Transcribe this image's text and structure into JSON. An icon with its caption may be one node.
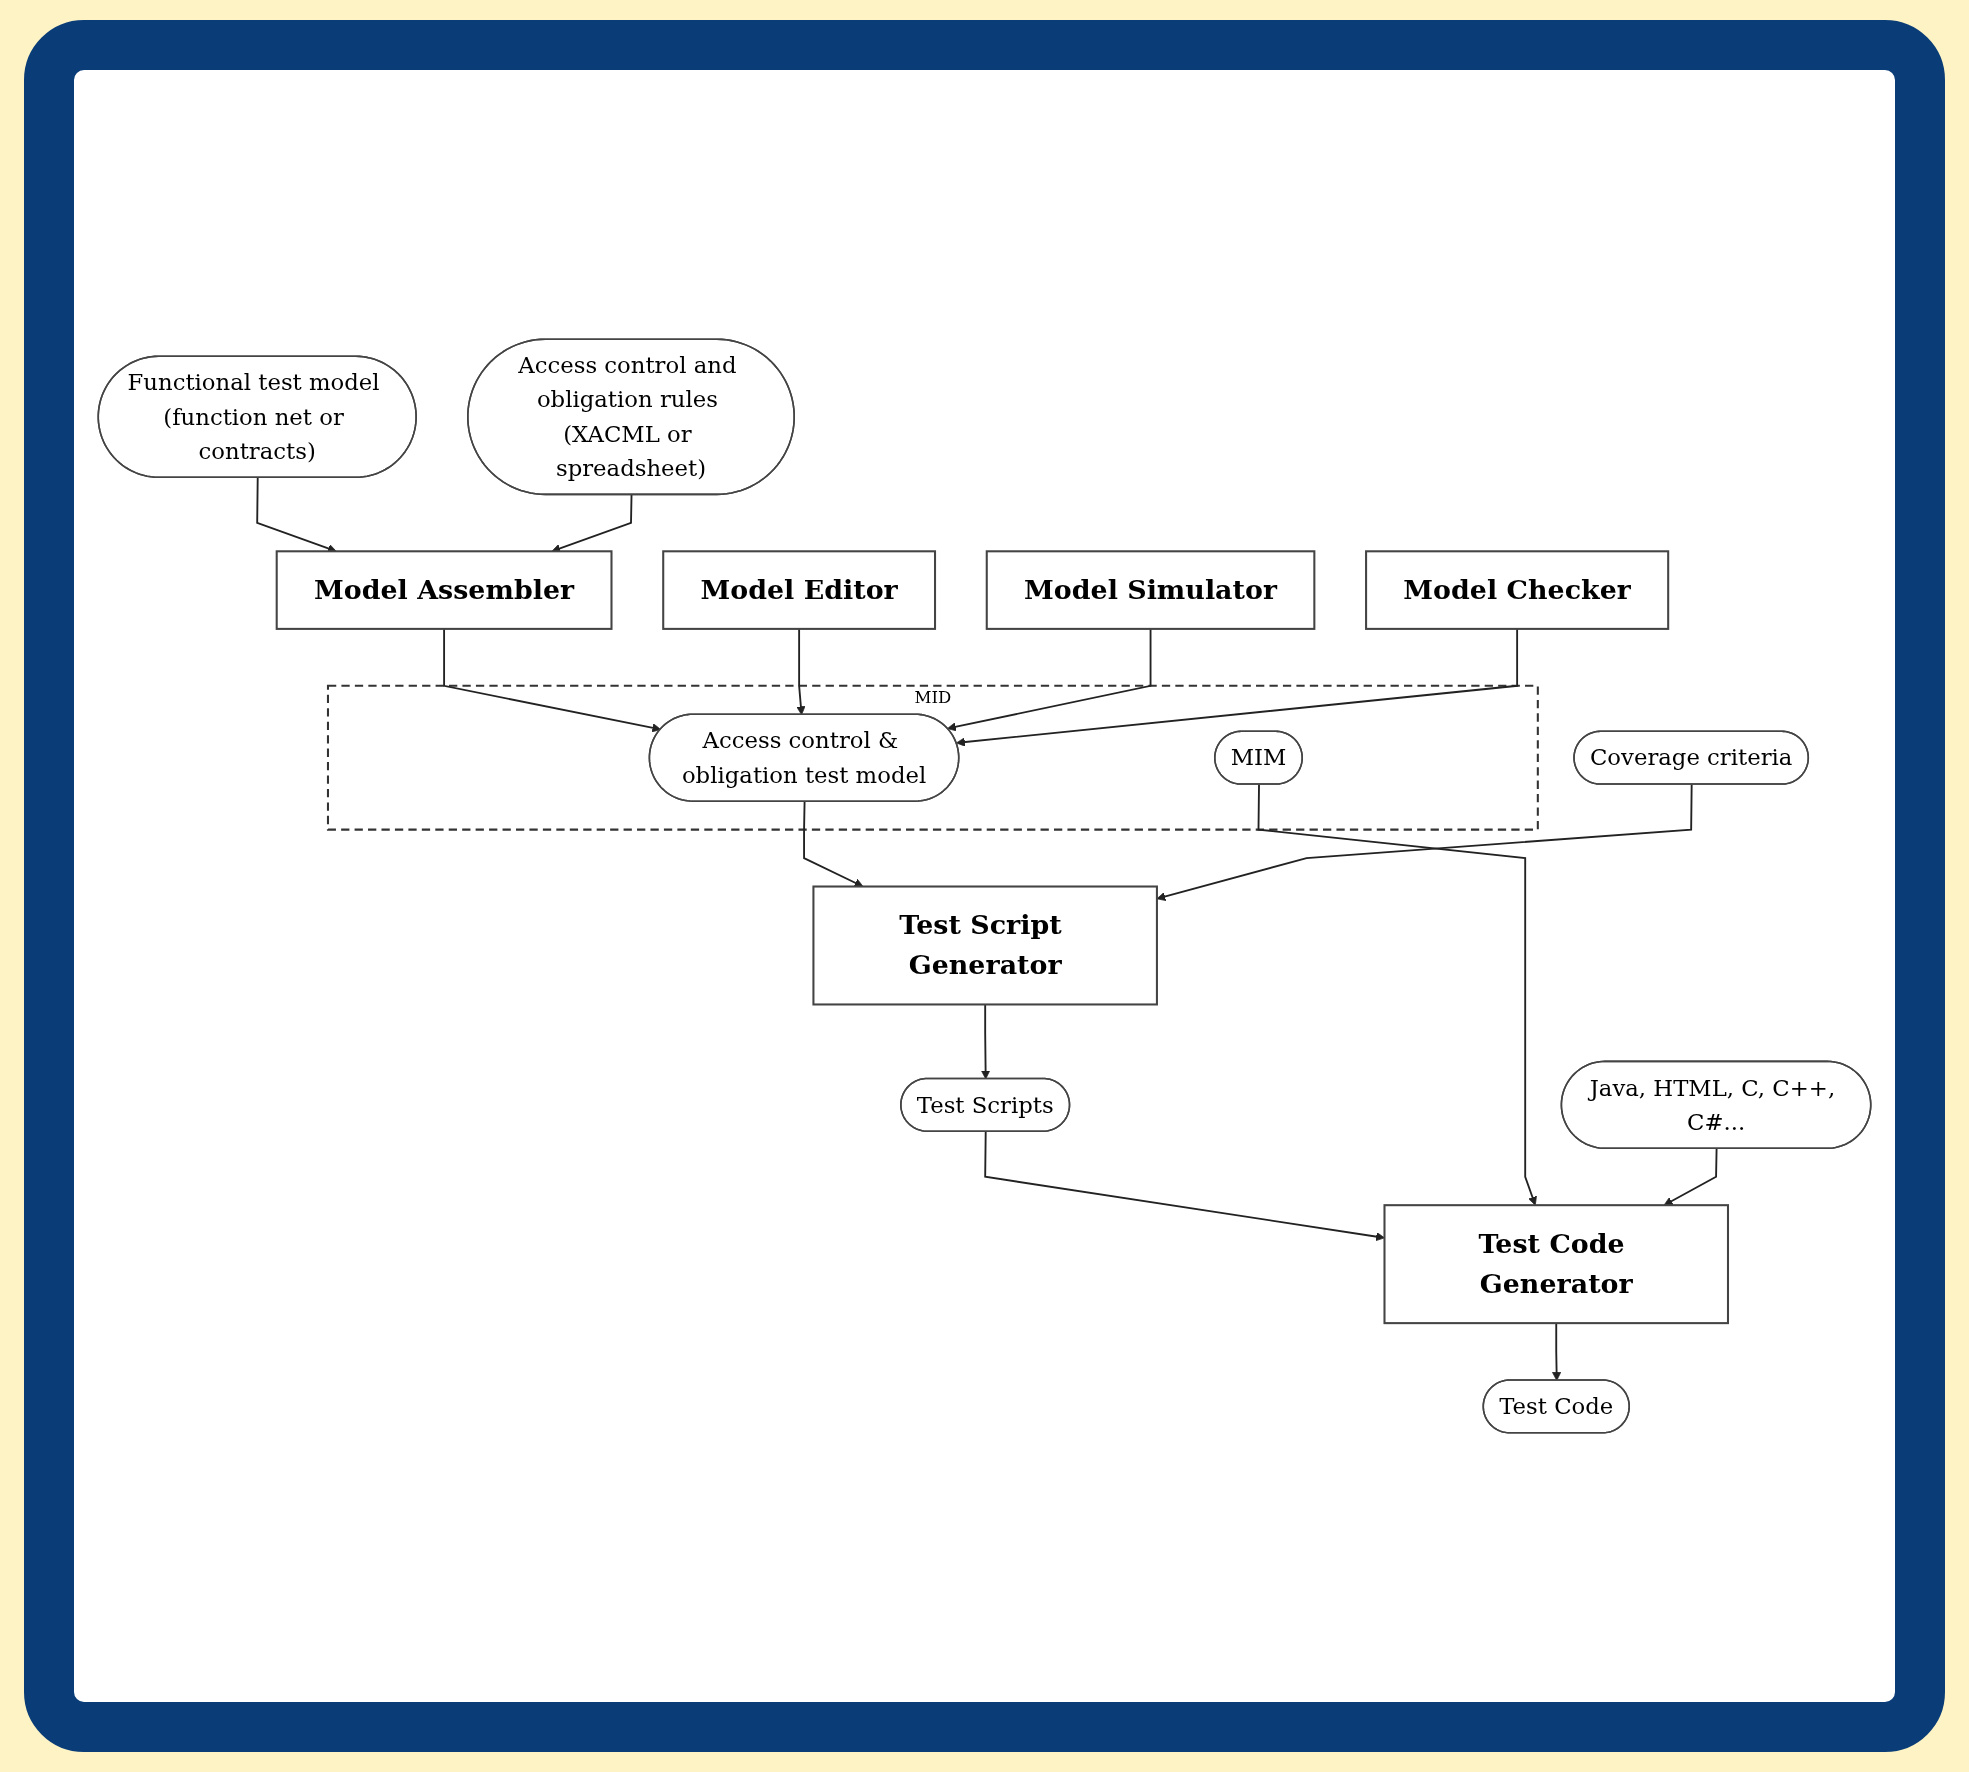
{
  "diagram": {
    "nodes": [
      {
        "text": [
          "Functional test model (function net or contracts)"
        ]
      },
      {
        "text": [
          "Access control and obligation rules (XACML or spreadsheet)"
        ]
      },
      {
        "text": [
          "Model Assembler"
        ]
      },
      {
        "text": [
          "MID"
        ]
      },
      {
        "text": [
          "Access control & obligation test model"
        ],
        "in": 3
      },
      {
        "text": [
          "MIM"
        ],
        "in": 3
      },
      {
        "text": [
          "Model Editor"
        ]
      },
      {
        "text": [
          "Model Simulator"
        ]
      },
      {
        "text": [
          "Model Checker"
        ]
      },
      {
        "text": [
          "Test Script Generator"
        ]
      },
      {
        "text": [
          "Coverage criteria"
        ]
      },
      {
        "text": [
          "Test Scripts"
        ]
      },
      {
        "text": [
          "Test Code Generator"
        ]
      },
      {
        "text": [
          "Java, HTML, C, C++, C#..."
        ]
      },
      {
        "text": [
          "Test Code"
        ]
      }
    ],
    "edges": [
      {
        "from": 0,
        "to": 2,
        "arrow": "to"
      },
      {
        "from": 1,
        "to": 2,
        "arrow": "to"
      },
      {
        "from": 2,
        "to": 4,
        "arrow": "to"
      },
      {
        "from": 6,
        "to": 4,
        "arrow": "to"
      },
      {
        "from": 7,
        "to": 4,
        "arrow": "to"
      },
      {
        "from": 8,
        "to": 4,
        "arrow": "to"
      },
      {
        "from": 4,
        "to": 9,
        "arrow": "to"
      },
      {
        "from": 10,
        "to": 9,
        "arrow": "to"
      },
      {
        "from": 9,
        "to": 11,
        "arrow": "to"
      },
      {
        "from": 11,
        "to": 12,
        "arrow": "to"
      },
      {
        "from": 5,
        "to": 12,
        "arrow": "to"
      },
      {
        "from": 13,
        "to": 12,
        "arrow": "to"
      },
      {
        "from": 12,
        "to": 14,
        "arrow": "to"
      }
    ]
  }
}
